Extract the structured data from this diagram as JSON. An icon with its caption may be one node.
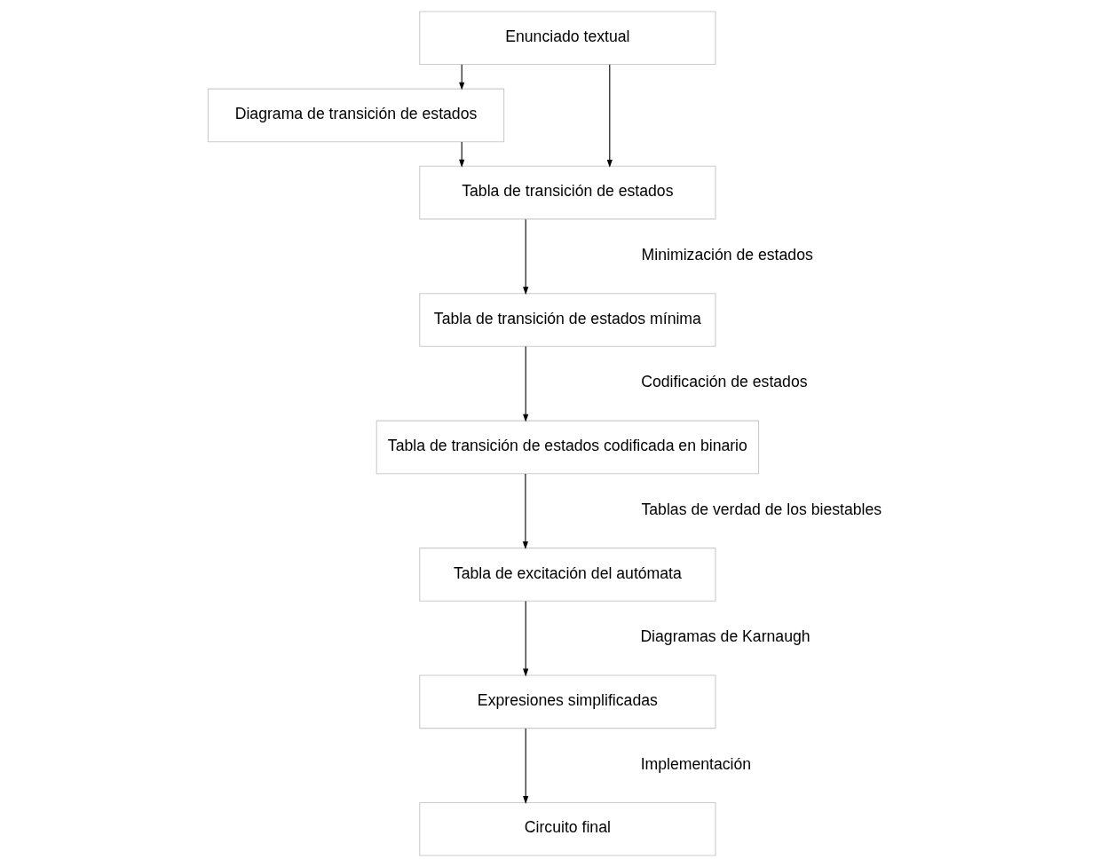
{
  "diagram": {
    "nodes": [
      {
        "text": [
          "Enunciado textual"
        ]
      },
      {
        "text": [
          "Diagrama de transición de estados"
        ]
      },
      {
        "text": [
          "Tabla de transición de estados"
        ]
      },
      {
        "text": [
          "Tabla de transición de estados mínima"
        ]
      },
      {
        "text": [
          "Tabla de transición de estados codificada en binario"
        ]
      },
      {
        "text": [
          "Tabla de excitación del autómata"
        ]
      },
      {
        "text": [
          "Expresiones simplificadas"
        ]
      },
      {
        "text": [
          "Circuito final"
        ]
      }
    ],
    "edges": [
      {
        "from": 0,
        "to": 1,
        "arrow": "to"
      },
      {
        "from": 0,
        "to": 2,
        "arrow": "to"
      },
      {
        "from": 1,
        "to": 2,
        "arrow": "to"
      },
      {
        "from": 2,
        "to": 3,
        "arrow": "to"
      },
      {
        "from": 3,
        "to": 4,
        "arrow": "to"
      },
      {
        "from": 4,
        "to": 5,
        "arrow": "to"
      },
      {
        "from": 5,
        "to": 6,
        "arrow": "to"
      },
      {
        "from": 6,
        "to": 7,
        "arrow": "to"
      }
    ],
    "labels": [
      "Minimización de estados",
      "Codificación de estados",
      "Tablas de verdad de los biestables",
      "Diagramas de Karnaugh",
      "Implementación"
    ]
  }
}
